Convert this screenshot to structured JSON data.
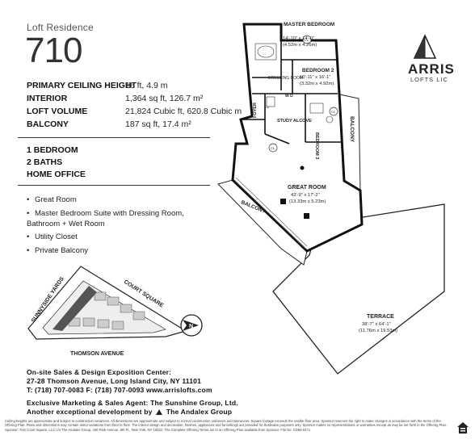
{
  "header": {
    "subtitle": "Loft Residence",
    "unit_number": "710"
  },
  "specs": [
    {
      "label": "PRIMARY CEILING HEIGHT",
      "value": "16 ft, 4.9 m"
    },
    {
      "label": "INTERIOR",
      "value": "1,364 sq ft, 126.7 m²"
    },
    {
      "label": "LOFT VOLUME",
      "value": "21,824 Cubic ft, 620.8 Cubic m"
    },
    {
      "label": "BALCONY",
      "value": "187 sq ft, 17.4 m²"
    }
  ],
  "summary": [
    "1 BEDROOM",
    "2 BATHS",
    "HOME OFFICE"
  ],
  "features": [
    "Great Room",
    "Master Bedroom Suite with Dressing Room, Bathroom + Wet Room",
    "Utility Closet",
    "Private Balcony"
  ],
  "keyplan": {
    "street_left": "SUNNYSIDE YARDS",
    "street_right": "COURT SQUARE",
    "street_bottom": "THOMSON AVENUE",
    "north": "N"
  },
  "contact": {
    "line1": "On-site Sales & Design Exposition Center:",
    "line2": "27-28 Thomson Avenue, Long Island City, NY 11101",
    "line3": "T: (718) 707-0083 F: (718) 707-0093 www.arrislofts.com",
    "line4": "Exclusive Marketing & Sales Agent: The Sunshine Group, Ltd.",
    "line5": "Another exceptional development by",
    "line5b": "The Andalex Group"
  },
  "logo": {
    "word": "ARRIS",
    "sub": "LOFTS LIC"
  },
  "plan": {
    "master_bedroom": {
      "name": "MASTER BEDROOM",
      "dim1": "14'-10\" x 14'-0\"",
      "dim2": "(4.52m x 4.26m)"
    },
    "bedroom2": {
      "name": "BEDROOM 2",
      "dim1": "10'-11\" x 16'-1\"",
      "dim2": "(3.32m x 4.92m)"
    },
    "dressing_room": "DRESSING ROOM",
    "foyer": "FOYER",
    "study": "STUDY ALCOVE",
    "bedroom3": "BEDROOM 3",
    "balcony_right": "BALCONY",
    "balcony_bottom": "BALCONY",
    "great_room": {
      "name": "GREAT ROOM",
      "dim1": "43'-9\" x 17'-2\"",
      "dim2": "(13.33m x 5.23m)"
    },
    "terrace": {
      "name": "TERRACE",
      "dim1": "38'-7\" x 64'-1\"",
      "dim2": "(11.76m x 19.53m)"
    },
    "wd": "W D",
    "cl1": "CL",
    "cl2": "CL",
    "cl3": "CL",
    "cl4": "CL"
  },
  "fine_print": "Ceiling heights are approximate and subject to construction variances. All dimensions are approximate and subject to normal construction variances and tolerances. Square footage exceeds the usable floor area. Sponsor reserves the right to make changes in accordance with the terms of the Offering Plan. Plans and dimensions may contain minor variations from floor to floor. The interior design and decoration, finishes, appliances and furnishings are provided for illustrative purposes only. Sponsor makes no representations or warranties except as may be set forth in the Offering Plan. Sponsor: TAG Court Square, LLC c/o The Andalex Group, 430 Park Avenue, 5th Fl., New York, NY 10022. The Complete Offering Terms are in an Offering Plan available from Sponsor. File No. CD06-0471"
}
